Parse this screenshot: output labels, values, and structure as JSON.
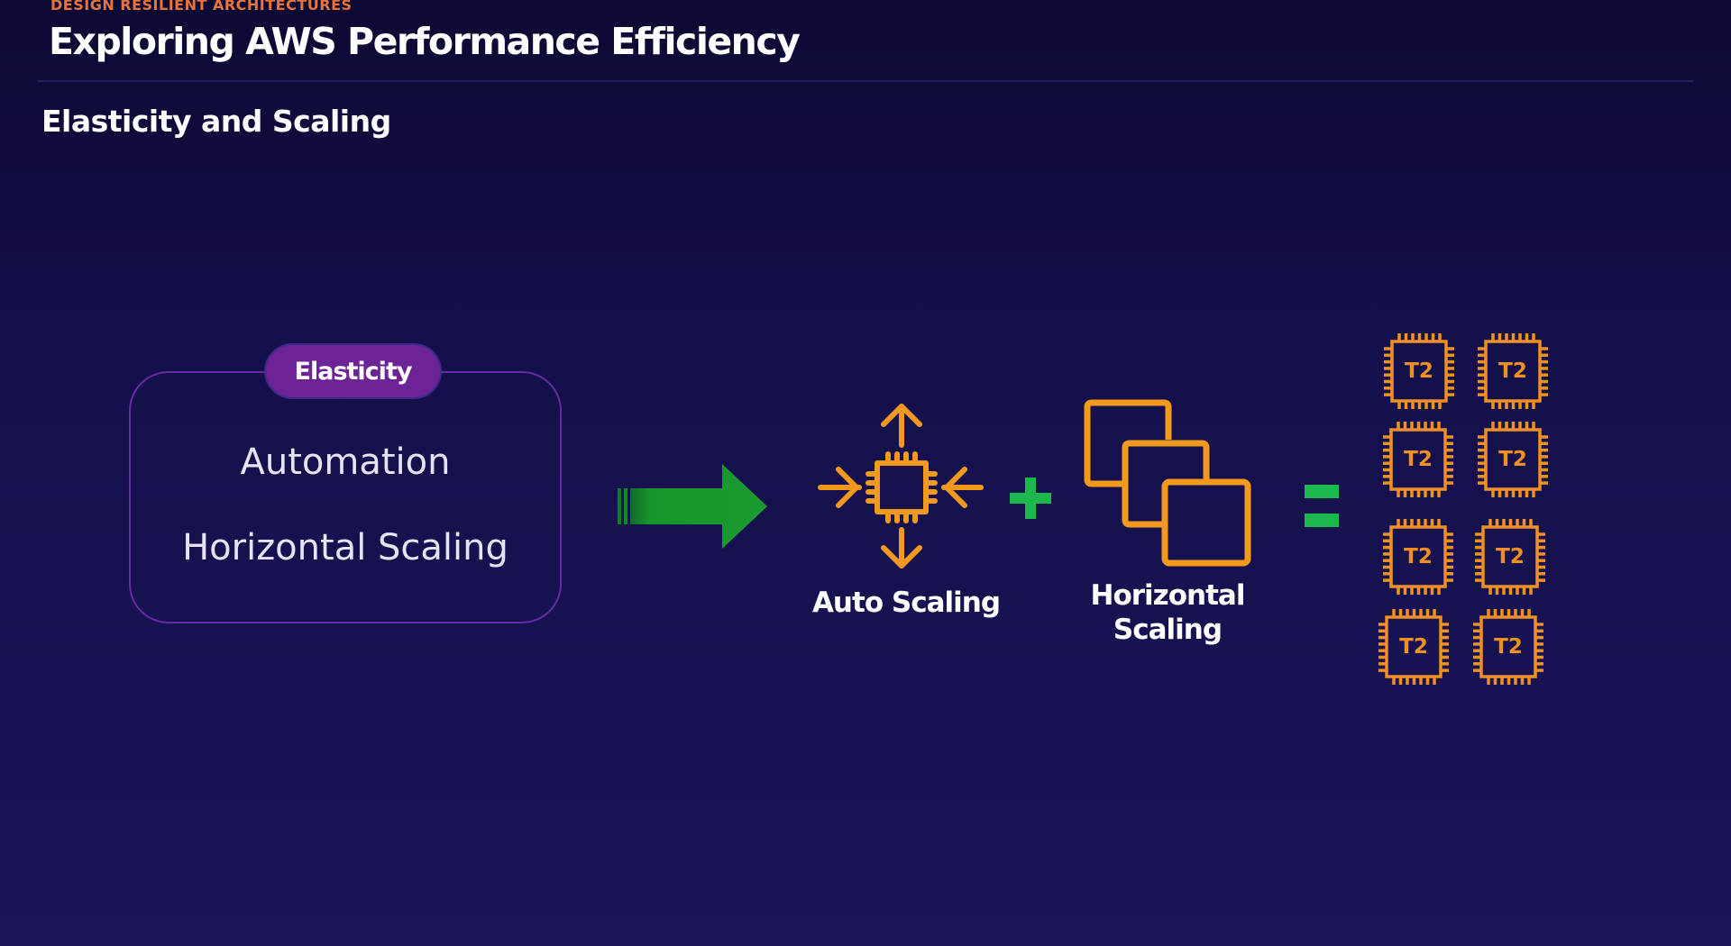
{
  "header": {
    "section_label": "DESIGN RESILIENT ARCHITECTURES",
    "title": "Exploring AWS Performance Efficiency"
  },
  "slide": {
    "subtitle": "Elasticity and Scaling",
    "elasticity_box": {
      "pill_label": "Elasticity",
      "items": [
        "Automation",
        "Horizontal Scaling"
      ]
    },
    "flow": {
      "auto_scaling_label": "Auto Scaling",
      "horizontal_scaling_label_line1": "Horizontal",
      "horizontal_scaling_label_line2": "Scaling",
      "instances": [
        "T2",
        "T2",
        "T2",
        "T2",
        "T2",
        "T2",
        "T2",
        "T2"
      ]
    }
  },
  "icons": {
    "arrow": "right-arrow-icon",
    "auto_scaling": "auto-scaling-icon",
    "plus": "plus-icon",
    "horizontal_scaling": "stacked-squares-icon",
    "equals": "equals-icon",
    "instance": "ec2-chip-icon"
  },
  "colors": {
    "section_label": "#e8743a",
    "accent_orange": "#f39a1e",
    "accent_green": "#1cb84e",
    "arrow_green": "#18962e",
    "pill_purple": "#6c2395",
    "box_border": "#6a2aa8",
    "background": "#14104a"
  }
}
